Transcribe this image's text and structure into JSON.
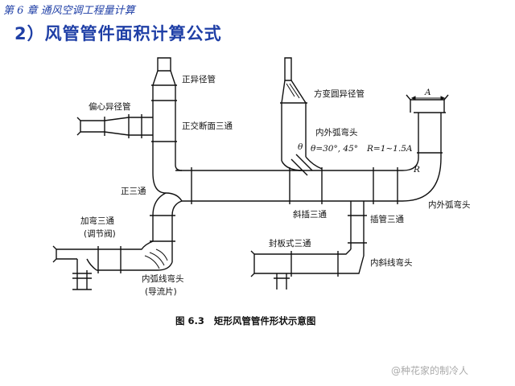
{
  "header": {
    "chapter": "第 6 章  通风空调工程量计算",
    "title": "2）风管管件面积计算公式"
  },
  "labels": {
    "zheng_yijing": "正异径管",
    "pianxin_yijing": "偏心异径管",
    "zhengjiao_santong": "正交断面三通",
    "zheng_santong": "正三通",
    "jiawan_santong": "加弯三通",
    "tiaojiefa": "(调节阀)",
    "nei_huxian_wantou": "内弧线弯头",
    "daoliu": "(导流片)",
    "fangbian_yuan": "方变圆异径管",
    "nei_wai_huwan_top": "内外弧弯头",
    "theta_formula": "θ=30°, 45°",
    "r_formula": "R=1~1.5A",
    "nei_wai_huwan_right": "内外弧弯头",
    "xiecha_santong": "斜插三通",
    "chaguan_santong": "插管三通",
    "fengban_santong": "封板式三通",
    "nei_xiexian_wantou": "内斜线弯头",
    "A": "A",
    "R": "R",
    "theta": "θ"
  },
  "caption": {
    "fig_no": "图 6.3",
    "text": "矩形风管管件形状示意图"
  },
  "watermark": "@种花家的制冷人",
  "colors": {
    "title": "#1f3fa6",
    "line": "#111111",
    "watermark": "#aaaaaa"
  }
}
